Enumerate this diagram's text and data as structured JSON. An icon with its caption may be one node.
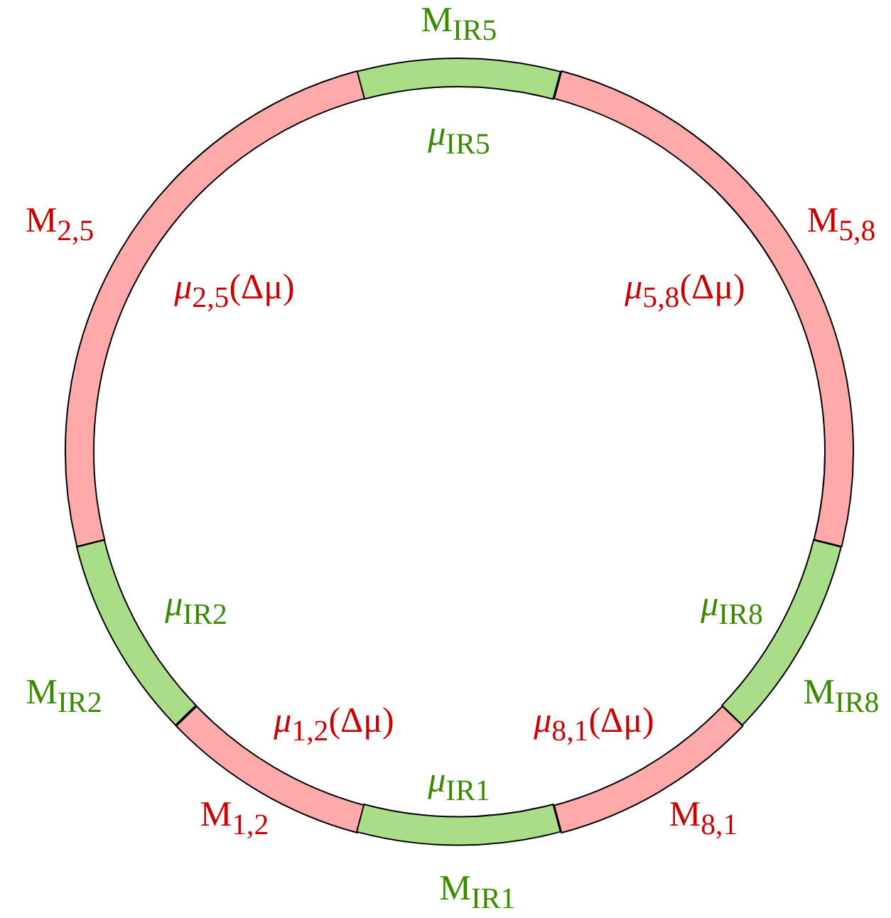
{
  "diagram": {
    "nodes": [
      {
        "text": [
          "M$_{IR5}$",
          "*μ*$_{IR5}$"
        ]
      },
      {
        "text": [
          "M$_{2,5}$",
          "*μ*$_{2,5}$(Δμ)"
        ]
      },
      {
        "text": [
          "M$_{5,8}$",
          "*μ*$_{5,8}$(Δμ)"
        ]
      },
      {
        "text": [
          "M$_{IR2}$",
          "*μ*$_{IR2}$"
        ]
      },
      {
        "text": [
          "M$_{IR8}$",
          "*μ*$_{IR8}$"
        ]
      },
      {
        "text": [
          "*μ*$_{1,2}$(Δμ)",
          "M$_{1,2}$"
        ]
      },
      {
        "text": [
          "*μ*$_{8,1}$(Δμ)",
          "M$_{8,1}$"
        ]
      },
      {
        "text": [
          "*μ*$_{IR1}$",
          "M$_{IR1}$"
        ]
      }
    ]
  }
}
